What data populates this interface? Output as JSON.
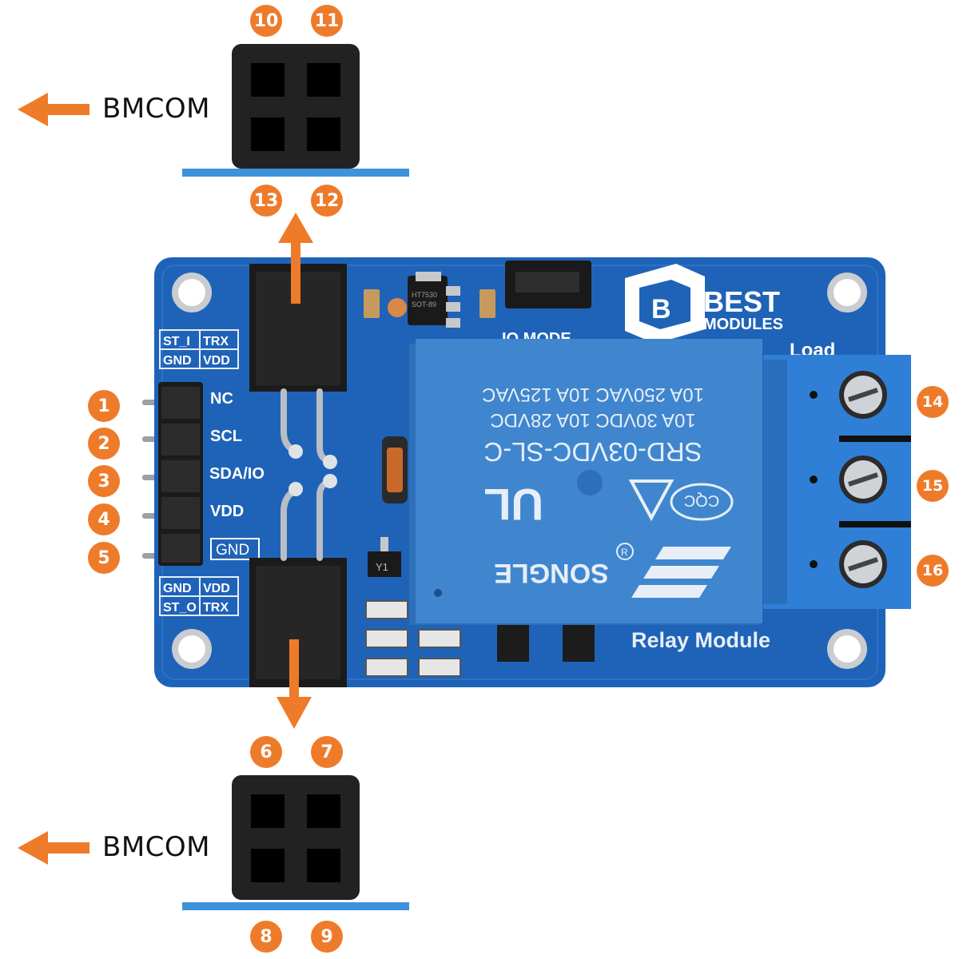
{
  "top_connector": {
    "label": "BMCOM",
    "pins": {
      "top_left": "10",
      "top_right": "11",
      "bottom_left": "13",
      "bottom_right": "12"
    }
  },
  "bottom_connector": {
    "label": "BMCOM",
    "pins": {
      "top_left": "6",
      "top_right": "7",
      "bottom_left": "8",
      "bottom_right": "9"
    }
  },
  "header_pins": [
    {
      "number": "1",
      "label": "NC"
    },
    {
      "number": "2",
      "label": "SCL"
    },
    {
      "number": "3",
      "label": "SDA/IO"
    },
    {
      "number": "4",
      "label": "VDD"
    },
    {
      "number": "5",
      "label": "GND"
    }
  ],
  "terminal_pins": [
    "14",
    "15",
    "16"
  ],
  "board": {
    "label_top_left_1": "ST_I",
    "label_top_left_2": "TRX",
    "label_top_left_3": "GND",
    "label_top_left_4": "VDD",
    "label_bottom_left_1": "GND",
    "label_bottom_left_2": "VDD",
    "label_bottom_left_3": "ST_O",
    "label_bottom_left_4": "TRX",
    "mode_label": "IO MODE",
    "brand_line1": "BEST",
    "brand_line2": "MODULES",
    "load_label": "Load",
    "module_label": "Relay Module",
    "relay_line1": "SRD-03VDC-SL-C",
    "relay_line2": "10A 30VDC 10A 28VDC",
    "relay_line3": "10A 250VAC 10A 125VAC",
    "relay_brand": "SONGLE",
    "relay_mark": "CQC",
    "relay_reg": "R",
    "regulator_text_1": "HT7530",
    "regulator_text_2": "SOT-89"
  },
  "colors": {
    "accent": "#ee7b2a",
    "board": "#1f63b8",
    "line": "#3d92db",
    "relay": "#3f86cf",
    "terminal": "#2f7fd6"
  }
}
